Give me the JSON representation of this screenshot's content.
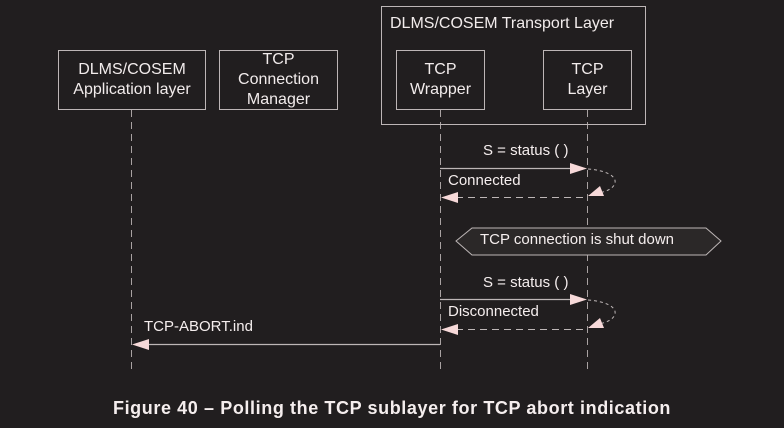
{
  "participants": [
    {
      "id": "app",
      "label_line1": "DLMS/COSEM",
      "label_line2": "Application layer"
    },
    {
      "id": "mgr",
      "label_line1": "TCP",
      "label_line2": "Connection",
      "label_line3": "Manager"
    },
    {
      "id": "wrapper",
      "label_line1": "TCP",
      "label_line2": "Wrapper"
    },
    {
      "id": "tcp",
      "label_line1": "TCP",
      "label_line2": "Layer"
    }
  ],
  "group": {
    "title": "DLMS/COSEM Transport Layer"
  },
  "messages": [
    {
      "from": "wrapper",
      "to": "tcp",
      "label": "S = status ( )",
      "style": "solid"
    },
    {
      "from": "tcp",
      "to": "wrapper",
      "label": "Connected",
      "style": "dashed"
    },
    {
      "from": "wrapper",
      "to": "tcp",
      "label": "S = status ( )",
      "style": "solid"
    },
    {
      "from": "tcp",
      "to": "wrapper",
      "label": "Disconnected",
      "style": "dashed"
    },
    {
      "from": "wrapper",
      "to": "app",
      "label": "TCP-ABORT.ind",
      "style": "solid"
    }
  ],
  "note": {
    "label": "TCP connection is shut down"
  },
  "caption": "Figure 40 – Polling the TCP sublayer for TCP abort indication",
  "colors": {
    "background": "#211e1f",
    "line": "#bdb6b6",
    "arrowhead": "#f7d9d9",
    "text": "#f2ecec"
  }
}
